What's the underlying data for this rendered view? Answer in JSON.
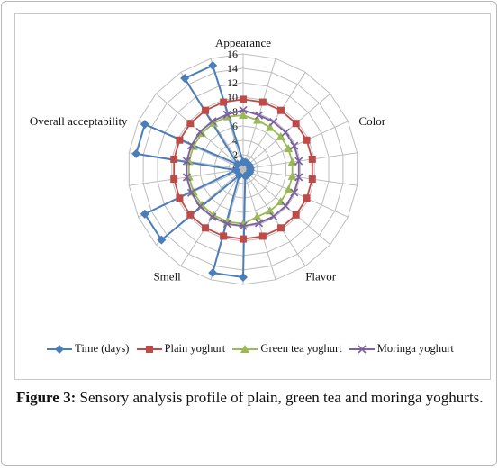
{
  "chart_data": {
    "type": "radar",
    "axes": [
      "Appearance",
      "Color",
      "Flavor",
      "Smell",
      "Overall acceptability"
    ],
    "tick_labels": [
      "0",
      "2",
      "4",
      "6",
      "8",
      "10",
      "12",
      "14",
      "16"
    ],
    "rlim": [
      0,
      16
    ],
    "grid": true,
    "legend_position": "bottom",
    "series": [
      {
        "name": "Time (days)",
        "color": "#4a7ebb",
        "marker": "diamond",
        "values": [
          1,
          1,
          1,
          1,
          1,
          1,
          1,
          1,
          1,
          1,
          1,
          15,
          15,
          1,
          15,
          15,
          1,
          15,
          15,
          1,
          15,
          15
        ]
      },
      {
        "name": "Plain yoghurt",
        "color": "#be4b48",
        "marker": "square",
        "values": [
          9.7,
          9.7,
          9.7,
          9.7,
          9.7,
          9.7,
          9.7,
          9.7,
          9.7,
          9.7,
          9.7,
          9.7,
          9.7,
          9.7,
          9.7,
          9.7,
          9.7,
          9.7,
          9.7,
          9.7,
          9.7,
          9.7
        ]
      },
      {
        "name": "Green tea yoghurt",
        "color": "#98b954",
        "marker": "triangle",
        "values": [
          7.5,
          7.1,
          6.9,
          6.9,
          6.9,
          6.9,
          6.9,
          6.9,
          6.9,
          6.9,
          6.9,
          7.6,
          7.6,
          7.6,
          7.6,
          7.6,
          7.6,
          7.6,
          7.6,
          7.6,
          7.6,
          7.6
        ]
      },
      {
        "name": "Moringa yoghurt",
        "color": "#7d60a0",
        "marker": "x",
        "values": [
          8.2,
          7.8,
          7.8,
          7.8,
          7.8,
          7.8,
          7.8,
          7.8,
          7.8,
          7.8,
          7.8,
          7.9,
          7.9,
          7.9,
          7.9,
          7.9,
          7.9,
          7.9,
          7.9,
          7.9,
          7.9,
          7.9
        ]
      }
    ]
  },
  "caption": {
    "label": "Figure 3:",
    "text": " Sensory analysis profile of plain, green tea and moringa yoghurts."
  }
}
